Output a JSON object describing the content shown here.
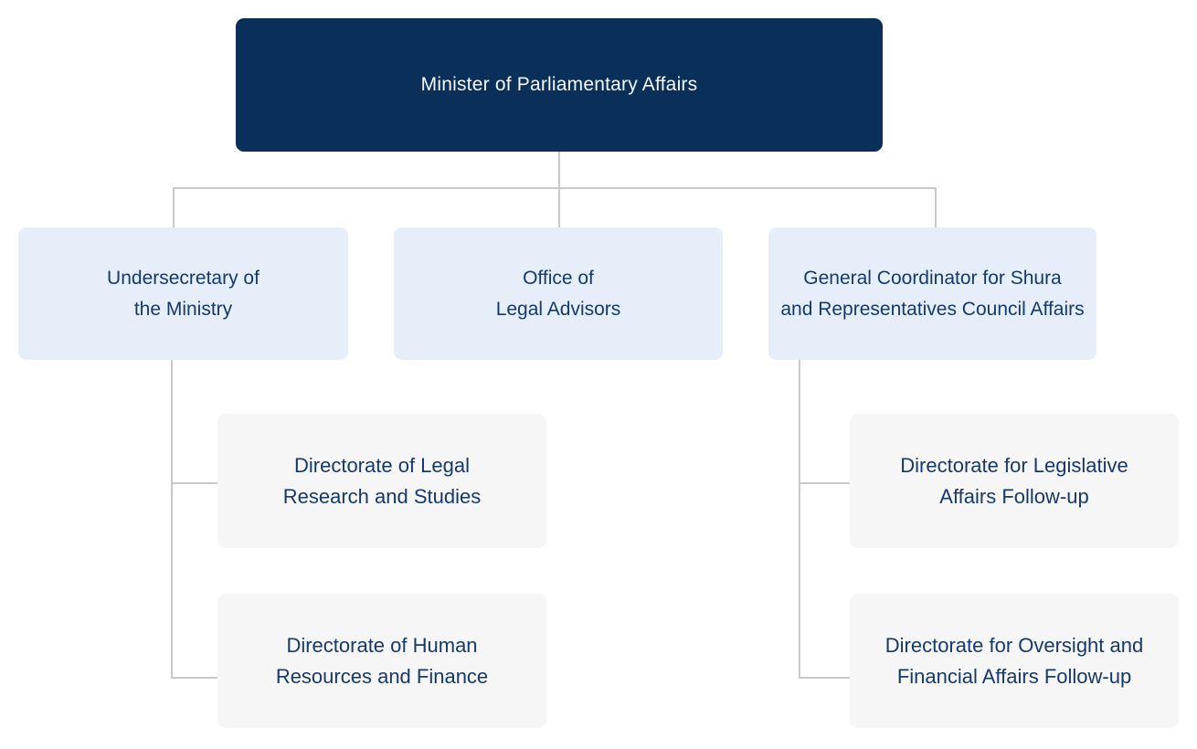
{
  "diagram": {
    "type": "org-chart",
    "nodes": {
      "minister": {
        "label": "Minister of Parliamentary Affairs"
      },
      "undersecretary": {
        "line1": "Undersecretary of",
        "line2": "the Ministry"
      },
      "legal_advisors": {
        "line1": "Office of",
        "line2": "Legal Advisors"
      },
      "general_coordinator": {
        "line1": "General Coordinator for Shura",
        "line2": "and Representatives Council Affairs"
      },
      "legal_research": {
        "line1": "Directorate of Legal",
        "line2": "Research and Studies"
      },
      "hr_finance": {
        "line1": "Directorate of Human",
        "line2": "Resources and Finance"
      },
      "legislative_followup": {
        "line1": "Directorate for Legislative",
        "line2": "Affairs Follow-up"
      },
      "oversight_followup": {
        "line1": "Directorate for Oversight and",
        "line2": "Financial Affairs Follow-up"
      }
    },
    "hierarchy": {
      "root": "minister",
      "children_of_minister": [
        "undersecretary",
        "legal_advisors",
        "general_coordinator"
      ],
      "children_of_undersecretary": [
        "legal_research",
        "hr_finance"
      ],
      "children_of_general_coordinator": [
        "legislative_followup",
        "oversight_followup"
      ]
    }
  },
  "colors": {
    "root_bg": "#0a3059",
    "root_text": "#f5f8fb",
    "level2_bg": "#e6eef9",
    "level3_bg": "#f6f6f6",
    "node_text": "#16396b",
    "connector": "#c9c9c9",
    "canvas_bg": "#ffffff"
  }
}
